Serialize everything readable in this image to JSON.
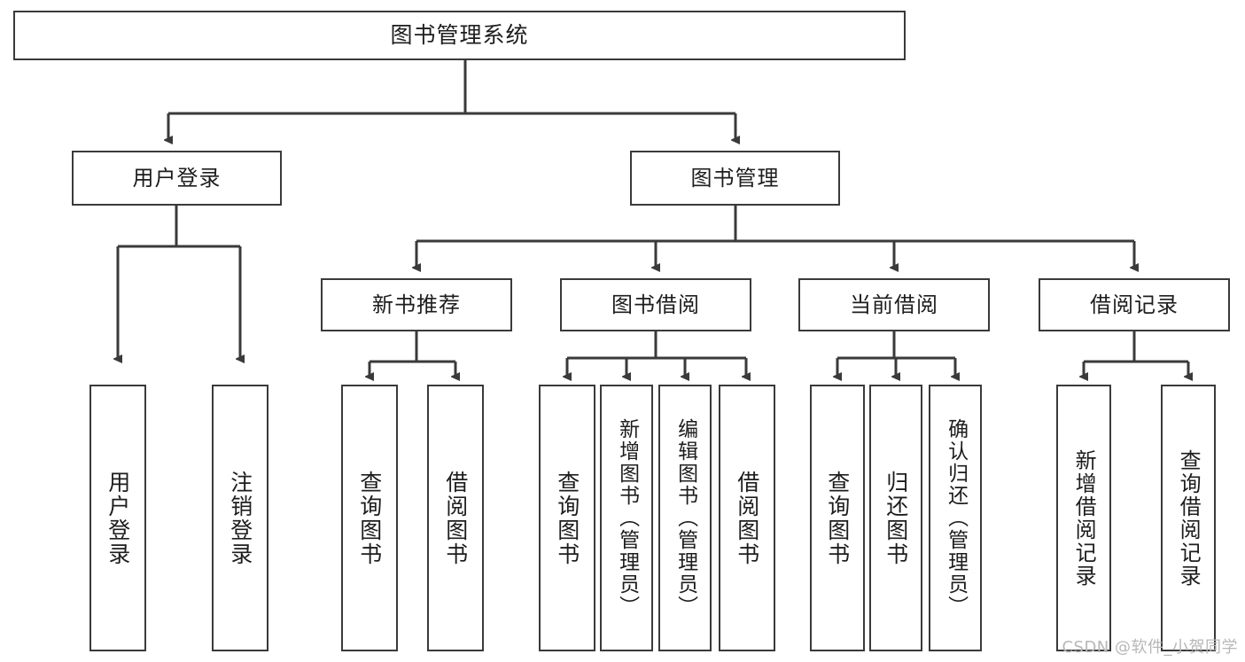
{
  "diagram": {
    "type": "tree-hierarchy-chart",
    "title_text": "图书管理系统",
    "watermark": "CSDN @软件_小贺同学",
    "colors": {
      "box_border": "#3a3a3a",
      "box_fill": "#ffffff",
      "connector": "#3a3a3a",
      "text": "#1d1d1d",
      "watermark": "#b7b7b7"
    },
    "levels": {
      "root": {
        "label": "图书管理系统"
      },
      "level2": [
        {
          "id": "user-login",
          "label": "用户登录"
        },
        {
          "id": "book-management",
          "label": "图书管理"
        }
      ],
      "level3": [
        {
          "id": "new-book-recommend",
          "label": "新书推荐"
        },
        {
          "id": "book-borrow",
          "label": "图书借阅"
        },
        {
          "id": "current-borrow",
          "label": "当前借阅"
        },
        {
          "id": "borrow-record",
          "label": "借阅记录"
        }
      ],
      "leaves": {
        "user_login": [
          {
            "id": "leaf-user-login",
            "label": "用户登录"
          },
          {
            "id": "leaf-logout-login",
            "label": "注销登录"
          }
        ],
        "new_book_recommend": [
          {
            "id": "leaf-query-book-1",
            "label": "查询图书"
          },
          {
            "id": "leaf-borrow-book-1",
            "label": "借阅图书"
          }
        ],
        "book_borrow": [
          {
            "id": "leaf-query-book-2",
            "label": "查询图书"
          },
          {
            "id": "leaf-add-book",
            "label": "新增图书（管理员）"
          },
          {
            "id": "leaf-edit-book",
            "label": "编辑图书（管理员）"
          },
          {
            "id": "leaf-borrow-book-2",
            "label": "借阅图书"
          }
        ],
        "current_borrow": [
          {
            "id": "leaf-query-book-3",
            "label": "查询图书"
          },
          {
            "id": "leaf-return-book",
            "label": "归还图书"
          },
          {
            "id": "leaf-confirm-return",
            "label": "确认归还（管理员）"
          }
        ],
        "borrow_record": [
          {
            "id": "leaf-add-borrow-record",
            "label": "新增借阅记录"
          },
          {
            "id": "leaf-query-borrow-record",
            "label": "查询借阅记录"
          }
        ]
      }
    }
  }
}
